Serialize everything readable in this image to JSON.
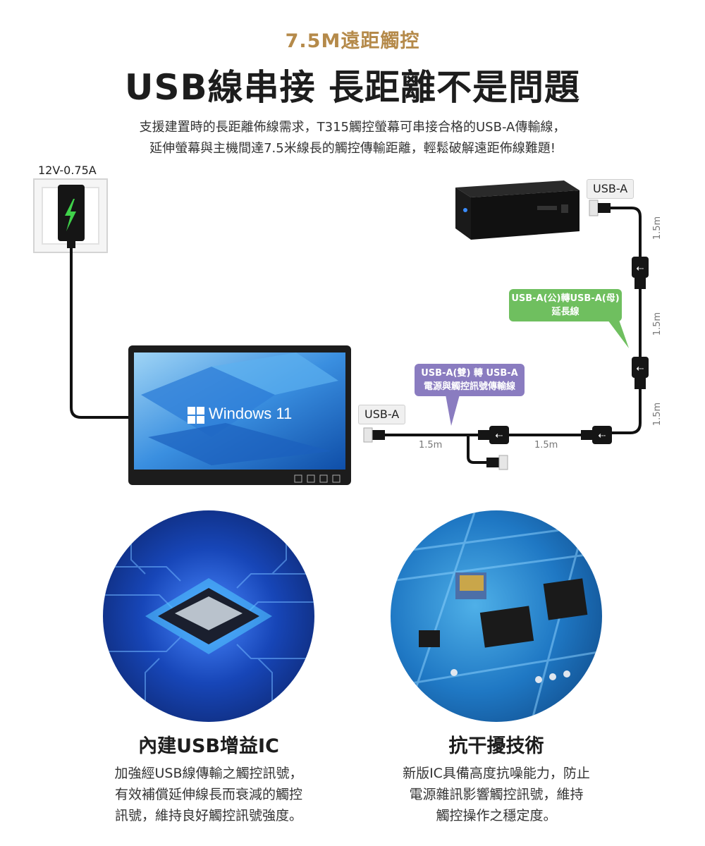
{
  "header": {
    "eyebrow": "7.5M遠距觸控",
    "headline": "USB線串接 長距離不是問題",
    "intro_line1": "支援建置時的長距離佈線需求，T315觸控螢幕可串接合格的USB-A傳輸線，",
    "intro_line2": "延伸螢幕與主機間達7.5米線長的觸控傳輸距離，輕鬆破解遠距佈線難題!"
  },
  "diagram": {
    "power_label": "12V-0.75A",
    "host_label": "USB-A",
    "monitor_port_label": "USB-A",
    "monitor_screen_text": "Windows 11",
    "extension_bubble_line1": "USB-A(公)轉USB-A(母)",
    "extension_bubble_line2": "延長線",
    "dual_bubble_line1": "USB-A(雙) 轉 USB-A",
    "dual_bubble_line2": "電源與觸控訊號傳輸線",
    "horizontal_len_1": "1.5m",
    "horizontal_len_2": "1.5m",
    "vertical_len_1": "1.5m",
    "vertical_len_2": "1.5m",
    "vertical_len_3": "1.5m",
    "colors": {
      "accent": "#b58a4a",
      "green_bubble": "#6fbf5f",
      "purple_bubble": "#8a7cc0",
      "bolt": "#3fd24a"
    }
  },
  "features": [
    {
      "title": "內建USB增益IC",
      "lines": [
        "加強經USB線傳輸之觸控訊號，",
        "有效補償延伸線長而衰減的觸控",
        "訊號，維持良好觸控訊號強度。"
      ]
    },
    {
      "title": "抗干擾技術",
      "lines": [
        "新版IC具備高度抗噪能力，防止",
        "電源雜訊影響觸控訊號，維持",
        "觸控操作之穩定度。"
      ]
    }
  ]
}
